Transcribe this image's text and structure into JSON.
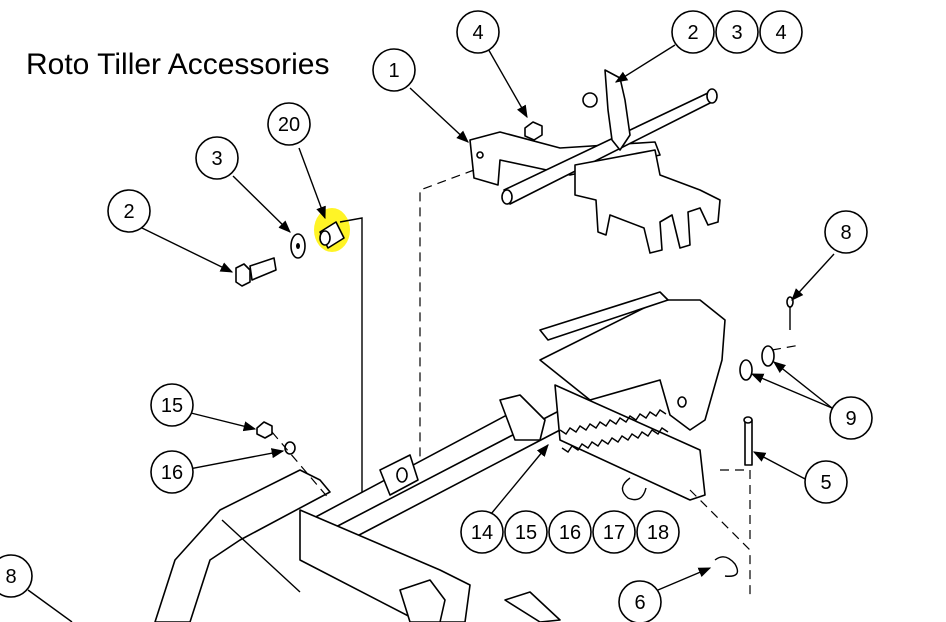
{
  "title": "Roto Tiller Accessories",
  "highlight_color": "#FFF200",
  "callouts": [
    {
      "id": "c-1",
      "label": "1"
    },
    {
      "id": "c-4a",
      "label": "4"
    },
    {
      "id": "c-2a",
      "label": "2"
    },
    {
      "id": "c-3a",
      "label": "3"
    },
    {
      "id": "c-4b",
      "label": "4"
    },
    {
      "id": "c-20",
      "label": "20"
    },
    {
      "id": "c-3b",
      "label": "3"
    },
    {
      "id": "c-2b",
      "label": "2"
    },
    {
      "id": "c-8a",
      "label": "8"
    },
    {
      "id": "c-9",
      "label": "9"
    },
    {
      "id": "c-15a",
      "label": "15"
    },
    {
      "id": "c-16a",
      "label": "16"
    },
    {
      "id": "c-5",
      "label": "5"
    },
    {
      "id": "c-14",
      "label": "14"
    },
    {
      "id": "c-15b",
      "label": "15"
    },
    {
      "id": "c-16b",
      "label": "16"
    },
    {
      "id": "c-17",
      "label": "17"
    },
    {
      "id": "c-18",
      "label": "18"
    },
    {
      "id": "c-8b",
      "label": "8"
    },
    {
      "id": "c-6",
      "label": "6"
    }
  ]
}
